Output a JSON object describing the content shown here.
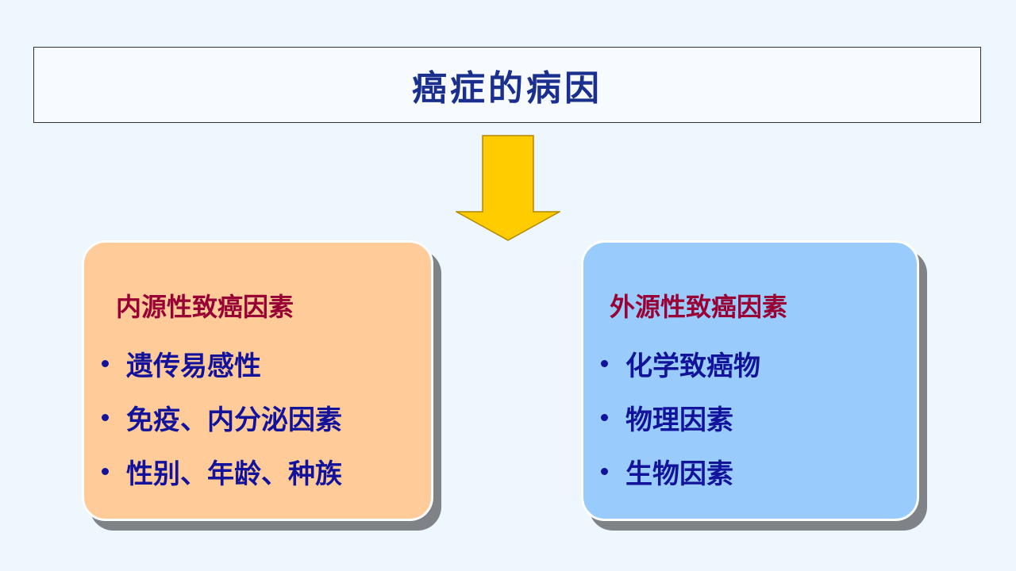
{
  "title": "癌症的病因",
  "colors": {
    "background": "#eef6fe",
    "title_text": "#1b2f8f",
    "arrow_fill": "#ffcc00",
    "arrow_stroke": "#b38600",
    "left_panel": "#ffcc99",
    "right_panel": "#99ccfd",
    "heading_text": "#990033",
    "bullet_text": "#12129a"
  },
  "arrow_icon": "down-arrow-icon",
  "left_panel": {
    "heading": "内源性致癌因素",
    "items": [
      "遗传易感性",
      "免疫、内分泌因素",
      "性别、年龄、种族"
    ]
  },
  "right_panel": {
    "heading": "外源性致癌因素",
    "items": [
      "化学致癌物",
      "物理因素",
      "生物因素"
    ]
  }
}
